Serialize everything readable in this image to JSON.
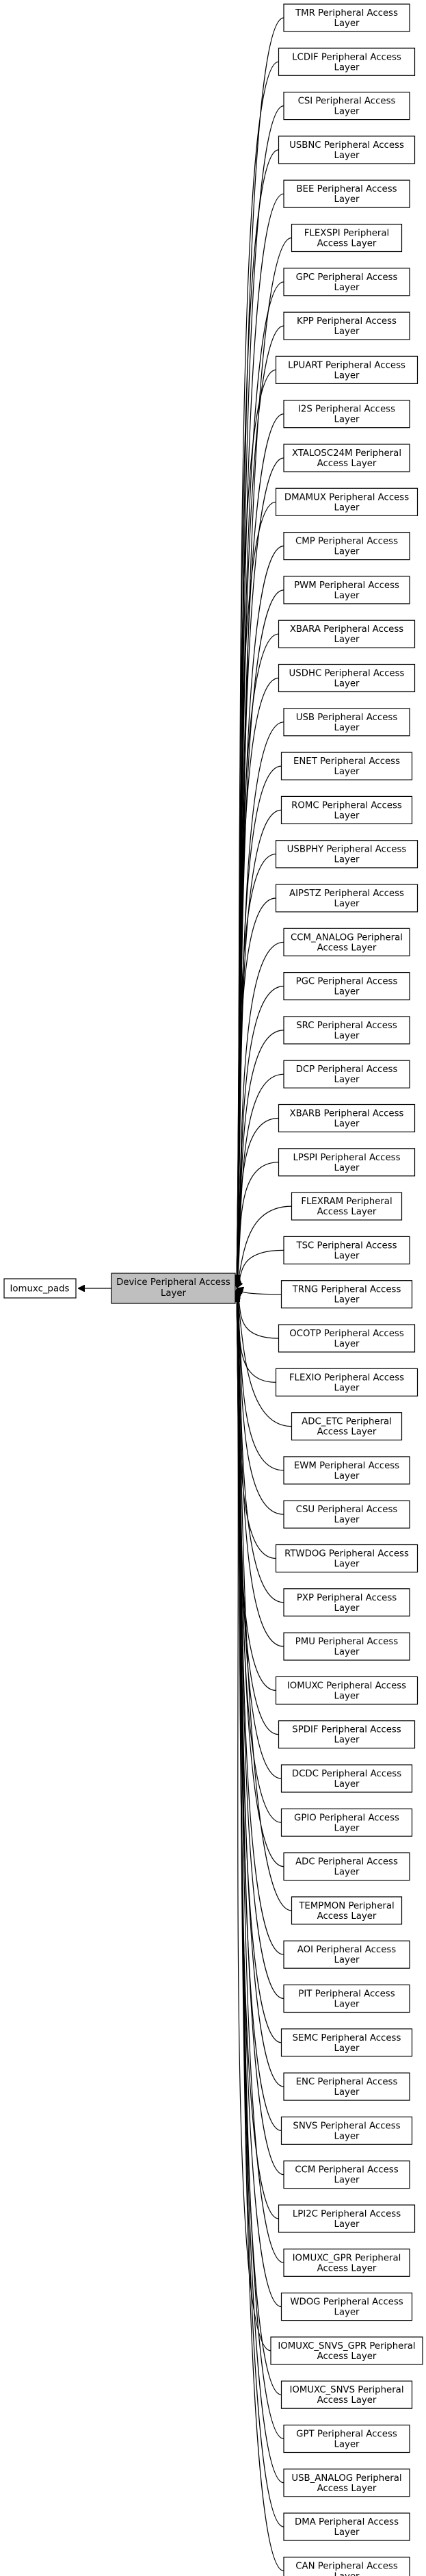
{
  "graph": {
    "left_node": "Iomuxc_pads",
    "center_node": "Device Peripheral Access Layer",
    "right_nodes": [
      "TMR Peripheral Access Layer",
      "LCDIF Peripheral Access Layer",
      "CSI Peripheral Access Layer",
      "USBNC Peripheral Access Layer",
      "BEE Peripheral Access Layer",
      "FLEXSPI Peripheral Access Layer",
      "GPC Peripheral Access Layer",
      "KPP Peripheral Access Layer",
      "LPUART Peripheral Access Layer",
      "I2S Peripheral Access Layer",
      "XTALOSC24M Peripheral Access Layer",
      "DMAMUX Peripheral Access Layer",
      "CMP Peripheral Access Layer",
      "PWM Peripheral Access Layer",
      "XBARA Peripheral Access Layer",
      "USDHC Peripheral Access Layer",
      "USB Peripheral Access Layer",
      "ENET Peripheral Access Layer",
      "ROMC Peripheral Access Layer",
      "USBPHY Peripheral Access Layer",
      "AIPSTZ Peripheral Access Layer",
      "CCM_ANALOG Peripheral Access Layer",
      "PGC Peripheral Access Layer",
      "SRC Peripheral Access Layer",
      "DCP Peripheral Access Layer",
      "XBARB Peripheral Access Layer",
      "LPSPI Peripheral Access Layer",
      "FLEXRAM Peripheral Access Layer",
      "TSC Peripheral Access Layer",
      "TRNG Peripheral Access Layer",
      "OCOTP Peripheral Access Layer",
      "FLEXIO Peripheral Access Layer",
      "ADC_ETC Peripheral Access Layer",
      "EWM Peripheral Access Layer",
      "CSU Peripheral Access Layer",
      "RTWDOG Peripheral Access Layer",
      "PXP Peripheral Access Layer",
      "PMU Peripheral Access Layer",
      "IOMUXC Peripheral Access Layer",
      "SPDIF Peripheral Access Layer",
      "DCDC Peripheral Access Layer",
      "GPIO Peripheral Access Layer",
      "ADC Peripheral Access Layer",
      "TEMPMON Peripheral Access Layer",
      "AOI Peripheral Access Layer",
      "PIT Peripheral Access Layer",
      "SEMC Peripheral Access Layer",
      "ENC Peripheral Access Layer",
      "SNVS Peripheral Access Layer",
      "CCM Peripheral Access Layer",
      "LPI2C Peripheral Access Layer",
      "IOMUXC_GPR Peripheral Access Layer",
      "WDOG Peripheral Access Layer",
      "IOMUXC_SNVS_GPR Peripheral Access Layer",
      "IOMUXC_SNVS Peripheral Access Layer",
      "GPT Peripheral Access Layer",
      "USB_ANALOG Peripheral Access Layer",
      "DMA Peripheral Access Layer",
      "CAN Peripheral Access Layer"
    ]
  }
}
